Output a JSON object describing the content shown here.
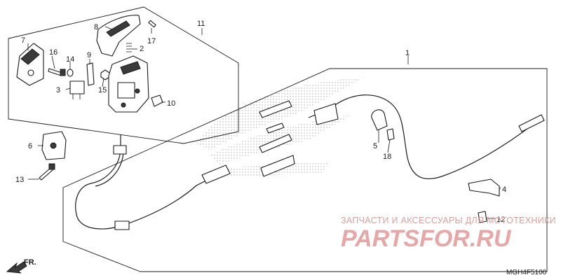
{
  "callouts": {
    "c1": "1",
    "c2": "2",
    "c3": "3",
    "c4": "4",
    "c5": "5",
    "c6": "6",
    "c7": "7",
    "c8": "8",
    "c9": "9",
    "c10": "10",
    "c11": "11",
    "c12": "12",
    "c13": "13",
    "c14": "14",
    "c15": "15",
    "c16": "16",
    "c17": "17",
    "c18": "18"
  },
  "direction_label": "FR.",
  "watermark": {
    "line1": "ЗАПЧАСТИ И АКСЕССУАРЫ ДЛЯ МОТОТЕХНИКИ",
    "brand": "PARTSFOR.RU"
  },
  "diagram_code": "MGH4F5100",
  "colors": {
    "ink": "#1a1a1a",
    "watermark": "#e8a7a7",
    "background": "#ffffff"
  }
}
